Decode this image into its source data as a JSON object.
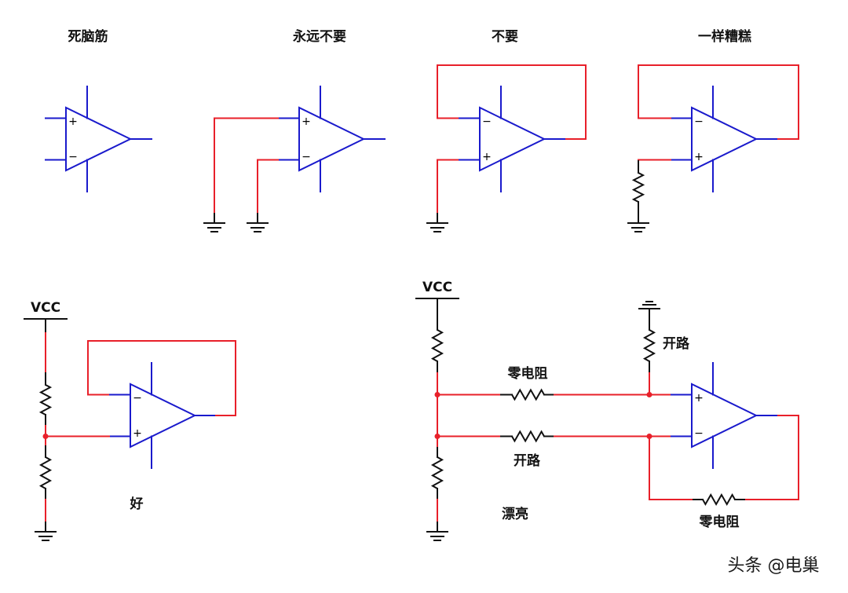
{
  "colors": {
    "opamp": "#1a1acc",
    "wire_red": "#e8202a",
    "wire_black": "#111111",
    "node": "#e8202a",
    "text": "#111111"
  },
  "circuits": [
    {
      "id": "dead",
      "title": "死脑筋",
      "pin_top": "+",
      "pin_bottom": "−"
    },
    {
      "id": "never",
      "title": "永远不要",
      "pin_top": "+",
      "pin_bottom": "−"
    },
    {
      "id": "dont",
      "title": "不要",
      "pin_top": "−",
      "pin_bottom": "+"
    },
    {
      "id": "equally-bad",
      "title": "一样糟糕",
      "pin_top": "−",
      "pin_bottom": "+"
    },
    {
      "id": "good",
      "vcc_label": "VCC",
      "note": "好",
      "pin_top": "−",
      "pin_bottom": "+"
    },
    {
      "id": "pretty",
      "vcc_label": "VCC",
      "note": "漂亮",
      "pin_top": "+",
      "pin_bottom": "−",
      "labels": {
        "top_resistor": "零电阻",
        "middle_resistor": "开路",
        "pullup_resistor": "开路",
        "feedback_resistor": "零电阻"
      }
    }
  ],
  "watermark": "头条 @电巢"
}
